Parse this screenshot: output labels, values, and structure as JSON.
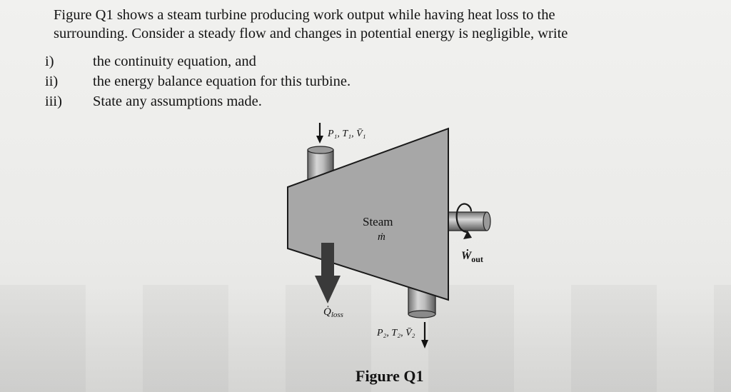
{
  "question": {
    "intro_line1": "Figure Q1 shows a steam turbine producing work output while having heat loss to the",
    "intro_line2": "surrounding. Consider a steady flow and changes in potential energy is negligible, write",
    "items": [
      {
        "num": "i)",
        "text": "the continuity equation, and"
      },
      {
        "num": "ii)",
        "text": "the energy balance equation for this turbine."
      },
      {
        "num": "iii)",
        "text": "State any assumptions made."
      }
    ]
  },
  "figure": {
    "inlet_label": "P₁, T₁, V̄₁",
    "outlet_label": "P₂, T₂, V̄₂",
    "body_label": "Steam",
    "mass_flow_label": "ṁ",
    "work_label": "Ẇ",
    "work_subscript": "out",
    "heat_label": "Q̇",
    "heat_subscript": "loss",
    "caption": "Figure Q1"
  }
}
